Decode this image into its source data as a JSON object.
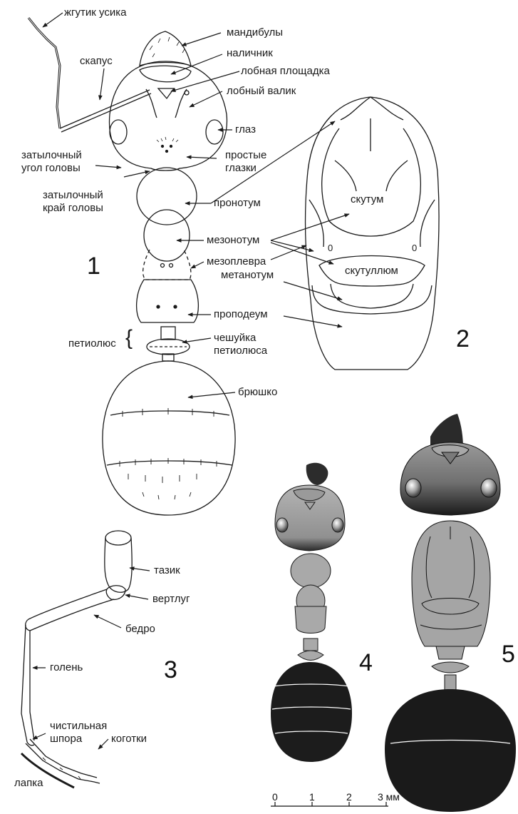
{
  "labels": {
    "antenna_flagellum": "жгутик усика",
    "mandibles": "мандибулы",
    "clypeus": "наличник",
    "frontal_area": "лобная площадка",
    "frontal_carina": "лобный валик",
    "scape": "скапус",
    "eye": "глаз",
    "ocelli_1": "простые",
    "ocelli_2": "глазки",
    "occipital_angle_1": "затылочный",
    "occipital_angle_2": "угол головы",
    "occipital_margin_1": "затылочный",
    "occipital_margin_2": "край головы",
    "pronotum": "пронотум",
    "mesonotum": "мезонотум",
    "mesopleura": "мезоплевра",
    "metanotum": "метанотум",
    "propodeum": "проподеум",
    "petiole": "петиолюс",
    "petiole_scale_1": "чешуйка",
    "petiole_scale_2": "петиолюса",
    "gaster": "брюшко",
    "scutum": "скутум",
    "scutellum": "скутуллюм",
    "zero_left": "0",
    "zero_right": "0",
    "coxa": "тазик",
    "trochanter": "вертлуг",
    "femur": "бедро",
    "tibia": "голень",
    "spur_1": "чистильная",
    "spur_2": "шпора",
    "claws": "коготки",
    "tarsus": "лапка"
  },
  "figure_numbers": {
    "fig1": "1",
    "fig2": "2",
    "fig3": "3",
    "fig4": "4",
    "fig5": "5"
  },
  "scale_bar": {
    "t0": "0",
    "t1": "1",
    "t2": "2",
    "t3": "3 мм"
  },
  "colors": {
    "line": "#1a1a1a",
    "body_grey": "#a9a9a9",
    "dark": "#1c1c1c",
    "mid_dark": "#444444"
  }
}
